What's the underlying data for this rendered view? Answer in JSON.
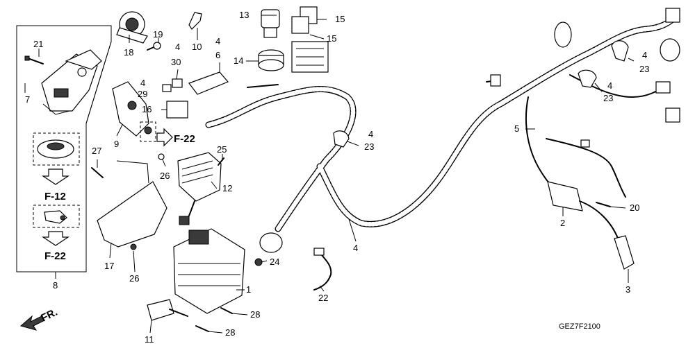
{
  "callouts": {
    "n1": "1",
    "n2": "2",
    "n3": "3",
    "n4a": "4",
    "n4b": "4",
    "n4c": "4",
    "n4d": "4",
    "n4e": "4",
    "n4f": "4",
    "n4g": "4",
    "n5": "5",
    "n6": "6",
    "n7": "7",
    "n8": "8",
    "n9": "9",
    "n10": "10",
    "n11": "11",
    "n12": "12",
    "n13": "13",
    "n14": "14",
    "n15a": "15",
    "n15b": "15",
    "n16": "16",
    "n17": "17",
    "n18": "18",
    "n19": "19",
    "n20": "20",
    "n21": "21",
    "n22": "22",
    "n23a": "23",
    "n23b": "23",
    "n23c": "23",
    "n24": "24",
    "n25": "25",
    "n26a": "26",
    "n26b": "26",
    "n27": "27",
    "n28a": "28",
    "n28b": "28",
    "n29": "29",
    "n30": "30"
  },
  "references": {
    "f12": "F-12",
    "f22_left": "F-22",
    "f22_center": "F-22"
  },
  "direction": {
    "label": "FR."
  },
  "diagram_code": "GEZ7F2100"
}
